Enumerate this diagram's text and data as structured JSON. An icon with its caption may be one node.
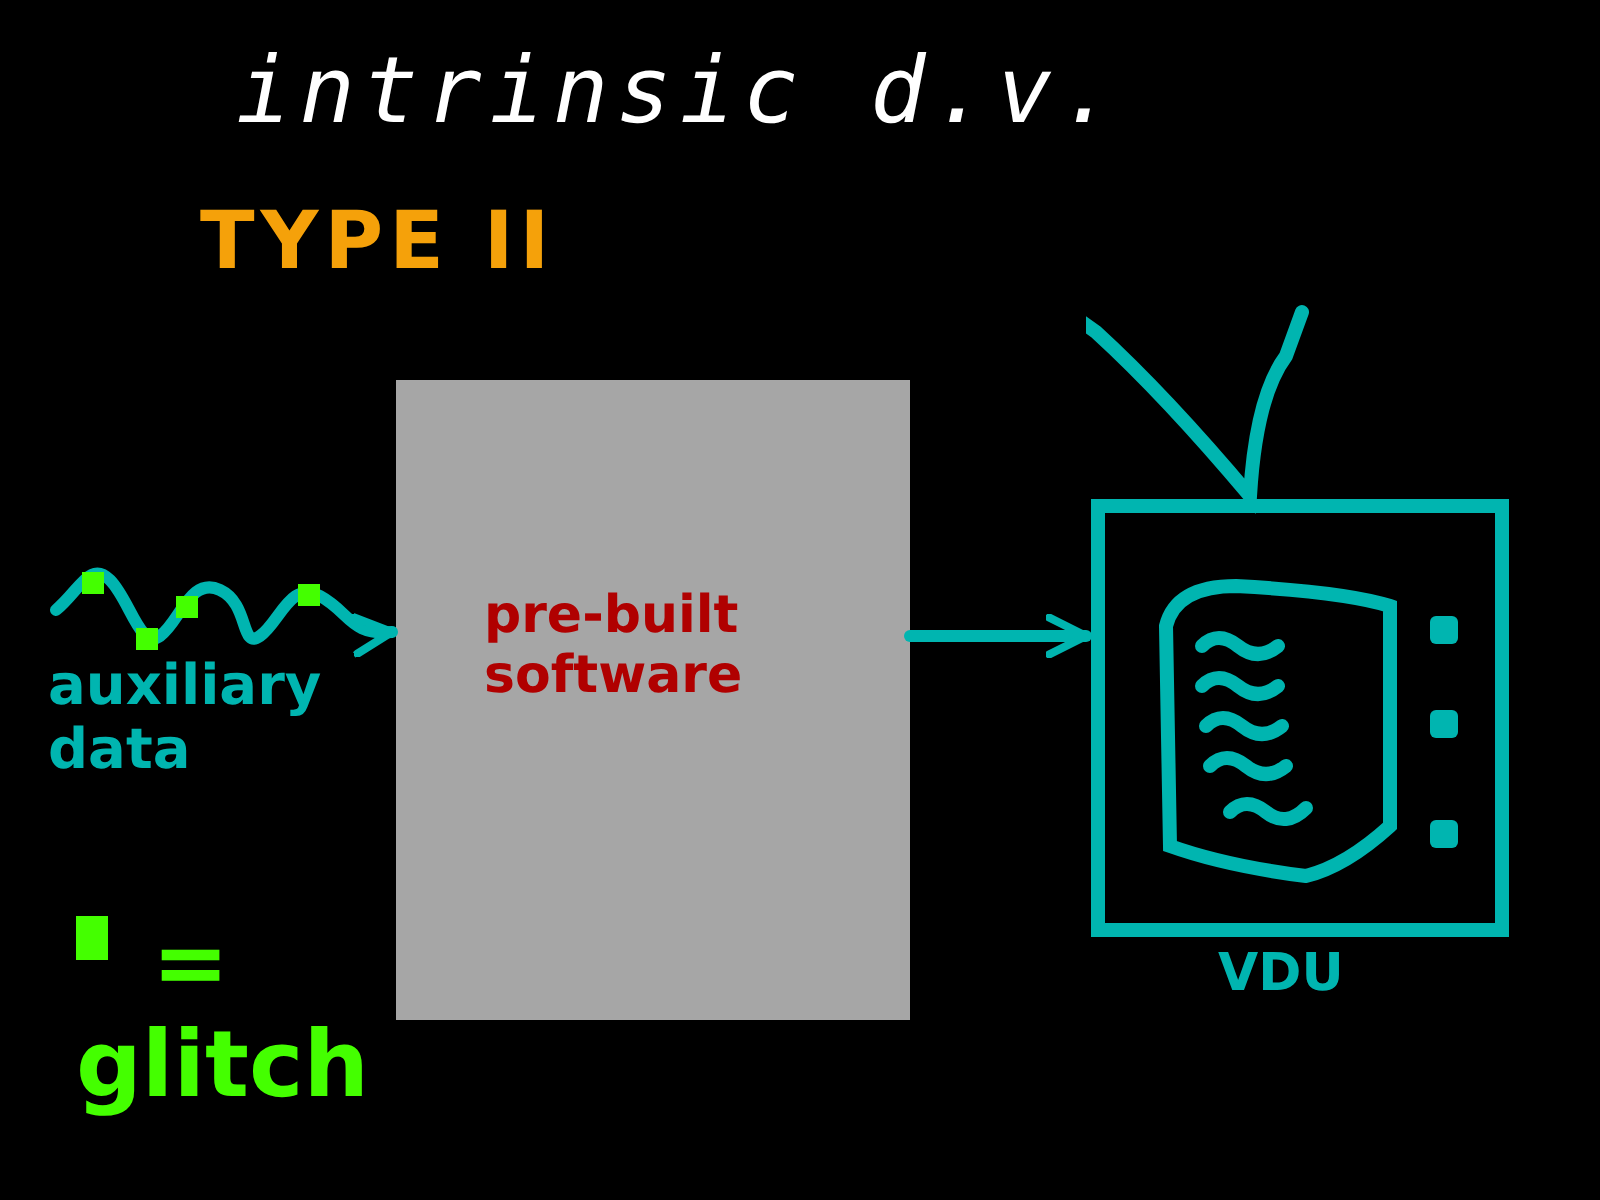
{
  "diagram": {
    "title": "intrinsic d.v.",
    "nodes": [
      {
        "text": [
          "auxiliary data"
        ]
      },
      {
        "text": [
          "pre-built software"
        ]
      },
      {
        "text": [
          "VDU"
        ]
      }
    ],
    "edges": [
      {
        "from": 0,
        "to": 1,
        "arrow": "to"
      },
      {
        "from": 1,
        "to": 2,
        "arrow": "to"
      }
    ],
    "labels": [
      "TYPE II"
    ],
    "legend": [
      {
        "text": "= glitch",
        "color": "#44ff00"
      }
    ]
  }
}
